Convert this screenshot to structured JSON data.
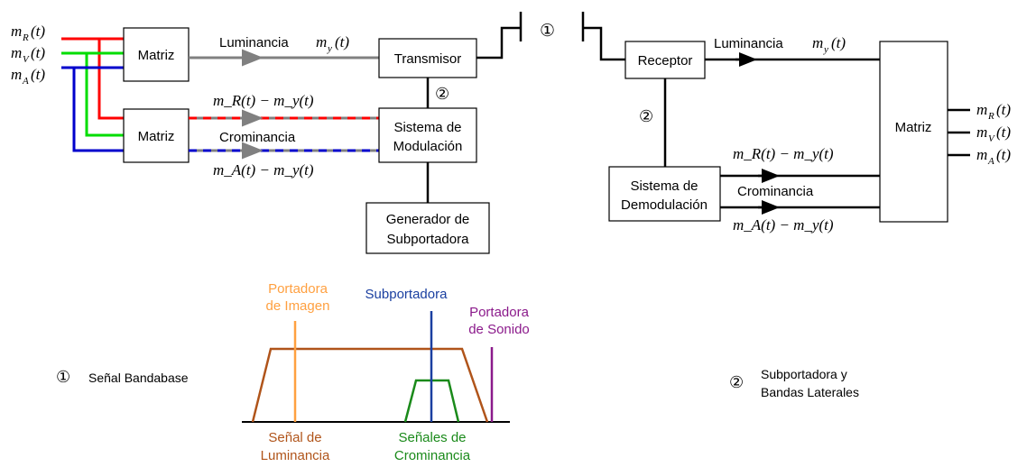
{
  "tx": {
    "matrix1": "Matriz",
    "matrix2": "Matriz",
    "transmitter": "Transmisor",
    "modulation": [
      "Sistema de",
      "Modulación"
    ],
    "generator": [
      "Generador de",
      "Subportadora"
    ],
    "lum_label": "Luminancia",
    "chrom_label": "Crominancia",
    "inputs": {
      "r": {
        "main": "m",
        "sub": "R",
        "arg": "(t)"
      },
      "v": {
        "main": "m",
        "sub": "V",
        "arg": "(t)"
      },
      "a": {
        "main": "m",
        "sub": "A",
        "arg": "(t)"
      }
    },
    "my_main": "m",
    "my_sub": "y",
    "my_arg": "(t)",
    "diff_r": "m_R(t) − m_y(t)",
    "diff_a": "m_A(t) − m_y(t)",
    "marker2": "②"
  },
  "rx": {
    "receiver": "Receptor",
    "demodulation": [
      "Sistema de",
      "Demodulación"
    ],
    "matrix": "Matriz",
    "lum_label": "Luminancia",
    "chrom_label": "Crominancia",
    "marker2": "②"
  },
  "channel_marker": "①",
  "spectrum": {
    "carrier_image": [
      "Portadora",
      "de Imagen"
    ],
    "subcarrier": "Subportadora",
    "carrier_sound": [
      "Portadora",
      "de Sonido"
    ],
    "lum_signal": [
      "Señal de",
      "Luminancia"
    ],
    "chrom_signals": [
      "Señales de",
      "Crominancia"
    ]
  },
  "legend": {
    "one_symbol": "①",
    "one_text": "Señal Bandabase",
    "two_symbol": "②",
    "two_text": [
      "Subportadora y",
      "Bandas Laterales"
    ]
  },
  "colors": {
    "red": "#ff0000",
    "green": "#00dd00",
    "blue": "#0000cc",
    "gray": "#808080",
    "brown": "#b0541a",
    "orange": "#ffa040",
    "sub_blue": "#1a3fa0",
    "purple": "#8b1a8b",
    "chrom_green": "#1a8a1a"
  }
}
